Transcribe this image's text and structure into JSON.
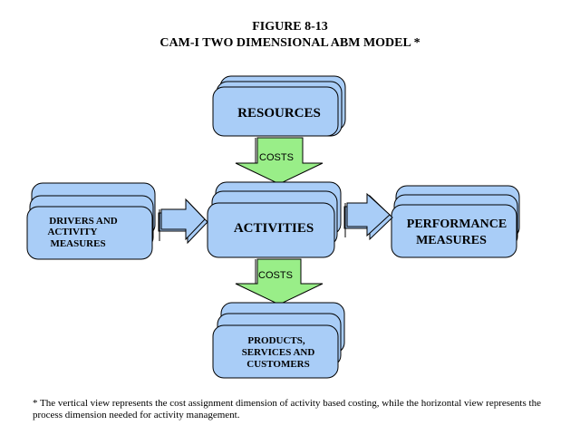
{
  "figure": {
    "number": "FIGURE 8-13",
    "title": "CAM-I TWO DIMENSIONAL ABM MODEL *"
  },
  "boxes": {
    "resources": "RESOURCES",
    "activities": "ACTIVITIES",
    "drivers": [
      "DRIVERS AND",
      "ACTIVITY",
      "MEASURES"
    ],
    "performance": [
      "PERFORMANCE",
      "MEASURES"
    ],
    "products": [
      "PRODUCTS,",
      "SERVICES AND",
      "CUSTOMERS"
    ]
  },
  "arrows": {
    "top_label": "COSTS",
    "bottom_label": "COSTS"
  },
  "footnote": "* The vertical view represents the cost assignment dimension of activity based costing, while the horizontal view represents the process dimension needed for activity management.",
  "colors": {
    "box_fill": "#a9cdf7",
    "vertical_arrow_fill": "#99ee88",
    "horizontal_arrow_fill": "#a9cdf7",
    "stroke": "#000000"
  }
}
